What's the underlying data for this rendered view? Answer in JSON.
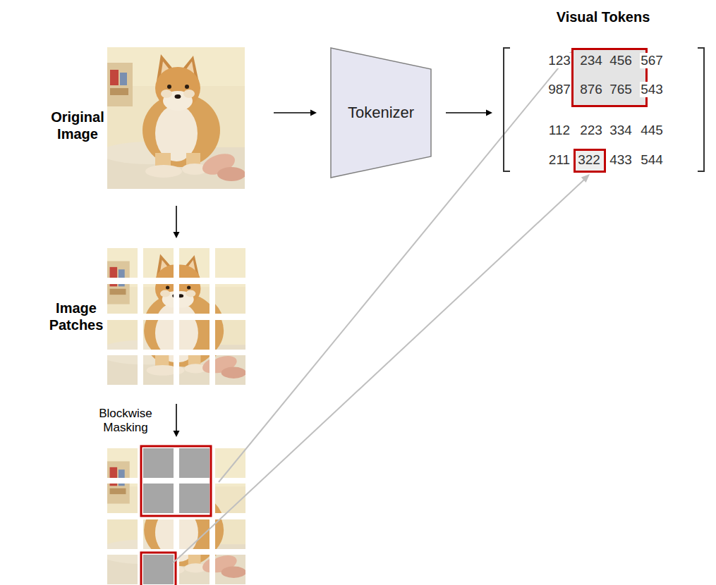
{
  "diagram": {
    "nodes": [
      {
        "text": [
          "Tokenizer"
        ]
      },
      {
        "text": [
          "234",
          "456",
          "876",
          "765"
        ]
      },
      {
        "text": [
          "322"
        ]
      }
    ],
    "labels": [
      "Visual Tokens",
      "123",
      "567",
      "987",
      "543",
      "112",
      "223",
      "334",
      "445",
      "211",
      "433",
      "544",
      "Original Image",
      "Image Patches",
      "Blockwise Masking"
    ]
  }
}
